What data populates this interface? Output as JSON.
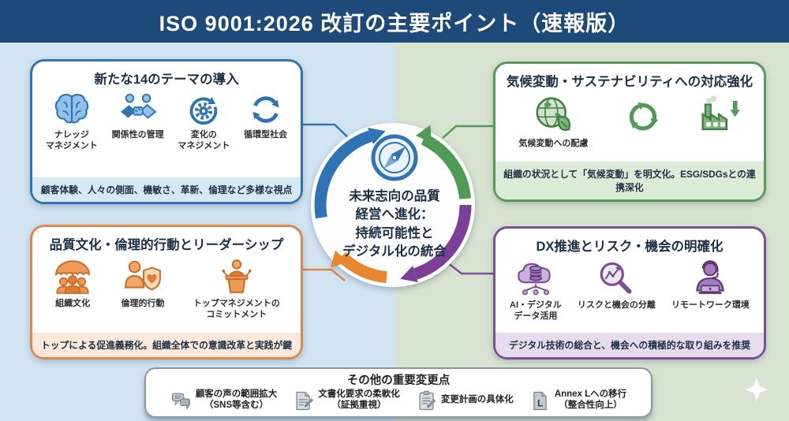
{
  "header": {
    "title": "ISO 9001:2026 改訂の主要ポイント（速報版）"
  },
  "accents": {
    "blue": "#2e74b5",
    "green": "#4f9b53",
    "orange": "#e0874a",
    "purple": "#7b4f93",
    "header_bg": "#1e4a7a"
  },
  "cards": {
    "themes": {
      "title": "新たな14のテーマの導入",
      "items": [
        {
          "icon": "brain-icon",
          "label": "ナレッジ\nマネジメント"
        },
        {
          "icon": "handshake-icon",
          "label": "関係性の管理"
        },
        {
          "icon": "change-cycle-gear-icon",
          "label": "変化の\nマネジメント"
        },
        {
          "icon": "circular-arrows-icon",
          "label": "循環型社会"
        }
      ],
      "note": "顧客体験、人々の側面、機敏さ、革新、倫理など多様な視点"
    },
    "climate": {
      "title": "気候変動・サステナビリティへの対応強化",
      "items": [
        {
          "icon": "globe-leaf-icon",
          "label": "気候変動への配慮"
        },
        {
          "icon": "recycle-icon",
          "label": ""
        },
        {
          "icon": "factory-emission-icon",
          "label": ""
        }
      ],
      "note": "組織の状況として「気候変動」を明文化。ESG/SDGsとの連携深化"
    },
    "culture": {
      "title": "品質文化・倫理的行動とリーダーシップ",
      "items": [
        {
          "icon": "umbrella-people-icon",
          "label": "組織文化"
        },
        {
          "icon": "person-shield-heart-icon",
          "label": "倫理的行動"
        },
        {
          "icon": "podium-speaker-icon",
          "label": "トップマネジメントの\nコミットメント"
        }
      ],
      "note": "トップによる促進義務化。組織全体での意識改革と実践が鍵"
    },
    "dx": {
      "title": "DX推進とリスク・機会の明確化",
      "items": [
        {
          "icon": "cloud-database-icon",
          "label": "AI・デジタル\nデータ活用"
        },
        {
          "icon": "magnifier-trend-icon",
          "label": "リスクと機会の分離"
        },
        {
          "icon": "remote-worker-icon",
          "label": "リモートワーク環境"
        }
      ],
      "note": "デジタル技術の総合と、機会への積極的な取り組みを推奨"
    }
  },
  "center": {
    "icon": "compass-icon",
    "lines": [
      "未来志向の品質",
      "経営へ進化：",
      "持続可能性と",
      "デジタル化の統合"
    ]
  },
  "other": {
    "title": "その他の重要変更点",
    "items": [
      {
        "icon": "speech-bubbles-icon",
        "label": "顧客の声の範囲拡大\n（SNS等含む）"
      },
      {
        "icon": "document-pencil-icon",
        "label": "文書化要求の柔軟化\n（証拠重視）"
      },
      {
        "icon": "clipboard-pencil-icon",
        "label": "変更計画の具体化"
      },
      {
        "icon": "annex-l-document-icon",
        "label": "Annex Lへの移行\n（整合性向上）"
      }
    ]
  }
}
